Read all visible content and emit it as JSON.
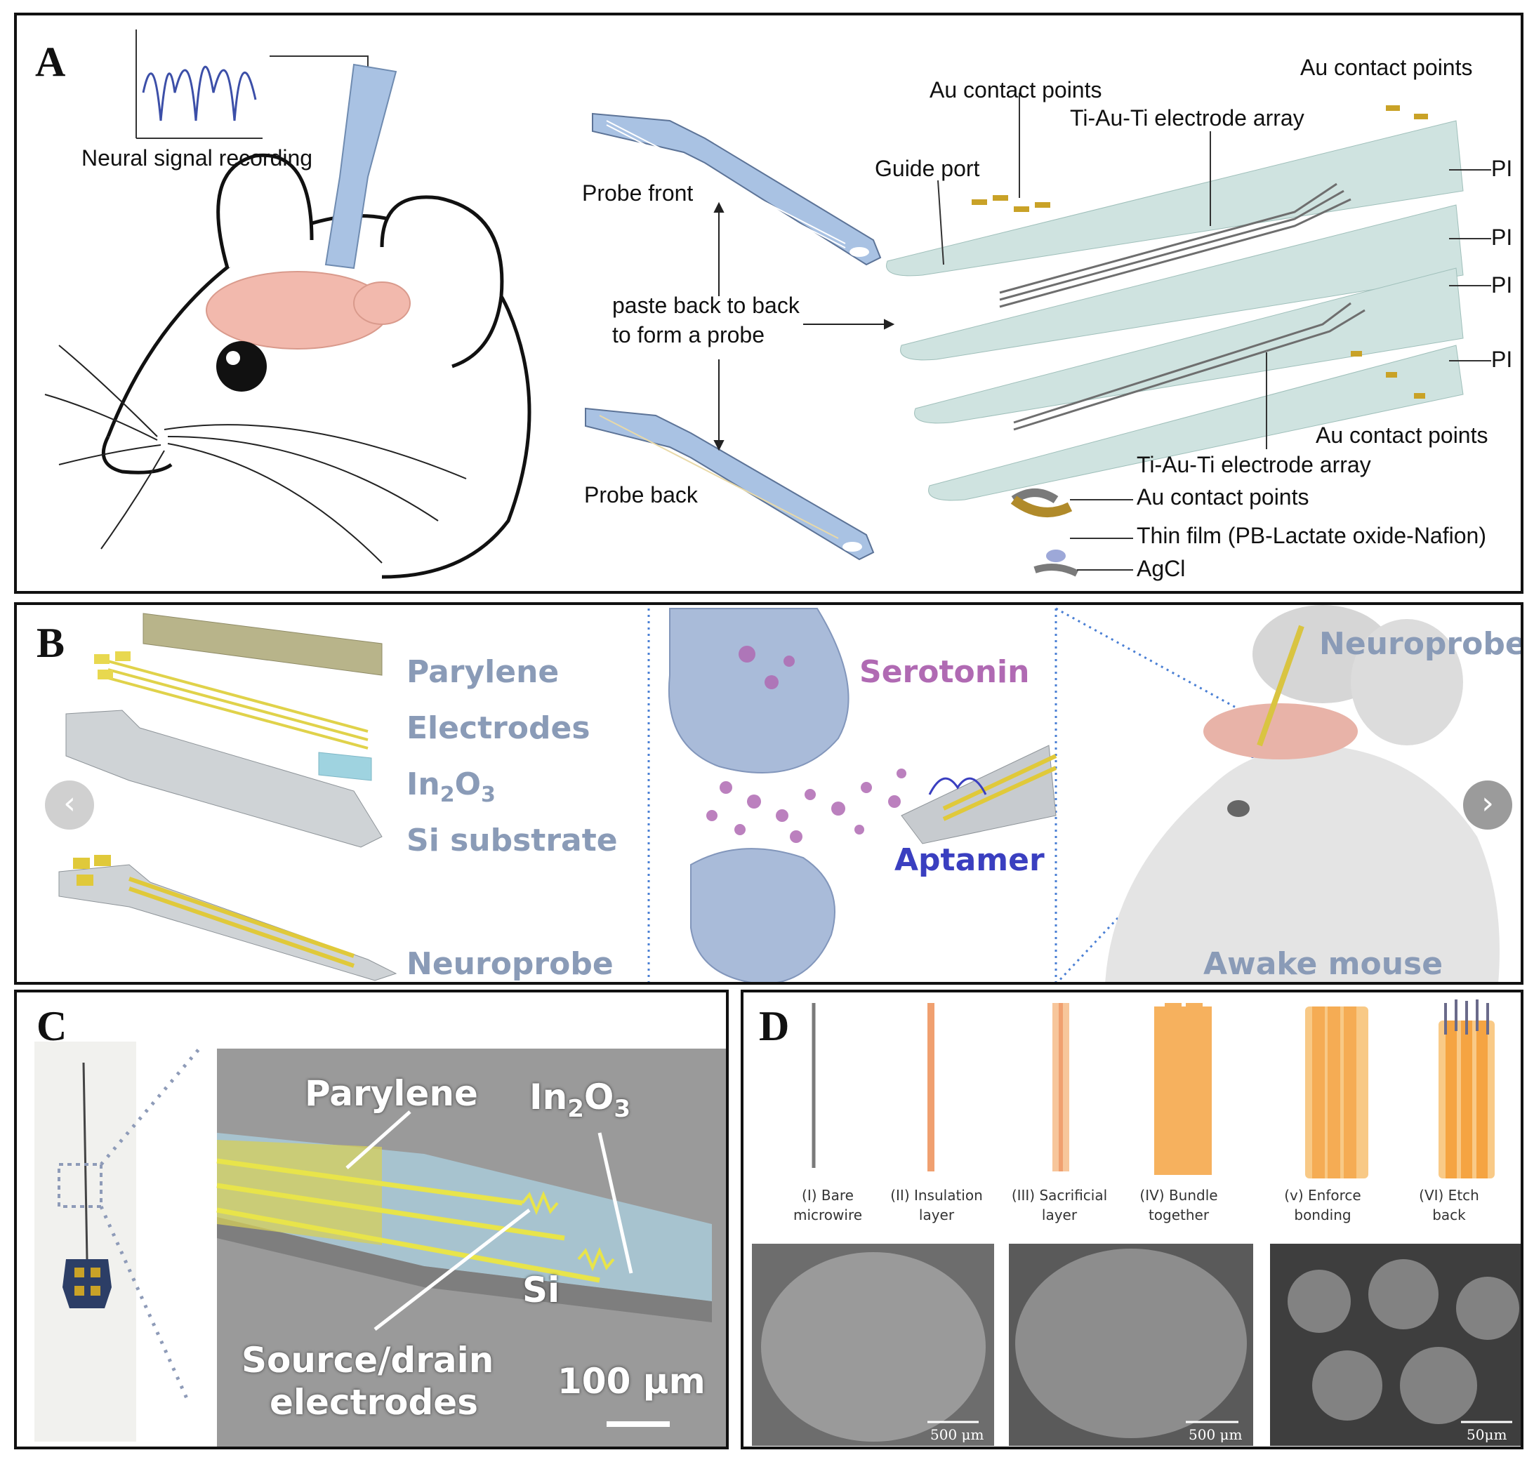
{
  "panels": {
    "a": {
      "label": "A",
      "neural_signal": "Neural signal recording",
      "probe_front": "Probe front",
      "probe_back": "Probe back",
      "paste_line1": "paste back to back",
      "paste_line2": "to form a probe",
      "guide_port": "Guide port",
      "au_contact_1": "Au contact points",
      "au_contact_2": "Au contact points",
      "au_contact_3": "Au contact points",
      "au_contact_4": "Au contact points",
      "tiauti_1": "Ti-Au-Ti electrode array",
      "tiauti_2": "Ti-Au-Ti electrode array",
      "pi_1": "PI",
      "pi_2": "PI",
      "pi_3": "PI",
      "pi_4": "PI",
      "thin_film": "Thin film (PB-Lactate oxide-Nafion)",
      "agcl": "AgCl"
    },
    "b": {
      "label": "B",
      "parylene": "Parylene",
      "electrodes": "Electrodes",
      "in2o3_base": "In",
      "in2o3_sub1": "2",
      "in2o3_mid": "O",
      "in2o3_sub2": "3",
      "si_substrate": "Si substrate",
      "neuroprobe_left": "Neuroprobe",
      "serotonin": "Serotonin",
      "aptamer": "Aptamer",
      "neuroprobe_right": "Neuroprobe",
      "awake_mouse": "Awake mouse",
      "nav_prev": "‹",
      "nav_next": "›"
    },
    "c": {
      "label": "C",
      "parylene": "Parylene",
      "in2o3_base": "In",
      "in2o3_sub1": "2",
      "in2o3_mid": "O",
      "in2o3_sub2": "3",
      "si": "Si",
      "source_drain_1": "Source/drain",
      "source_drain_2": "electrodes",
      "scale": "100 μm"
    },
    "d": {
      "label": "D",
      "steps": [
        {
          "l1": "(I) Bare",
          "l2": "microwire"
        },
        {
          "l1": "(II) Insulation",
          "l2": "layer"
        },
        {
          "l1": "(III) Sacrificial",
          "l2": "layer"
        },
        {
          "l1": "(IV) Bundle",
          "l2": "together"
        },
        {
          "l1": "(v) Enforce",
          "l2": "bonding"
        },
        {
          "l1": "(VI) Etch",
          "l2": "back"
        }
      ],
      "scale_1": "500 μm",
      "scale_2": "500 μm",
      "scale_3": "50μm"
    }
  },
  "colors": {
    "probe_blue": "#a9c2e3",
    "layer_teal": "#cfe3e0",
    "gold": "#c9a227",
    "brain_pink": "#f2b9ad",
    "b_label_blue": "#8a9bb7",
    "serotonin_purple": "#b06ab3",
    "aptamer_blue": "#3a3fc0",
    "microwire_orange": "#f5a442"
  }
}
